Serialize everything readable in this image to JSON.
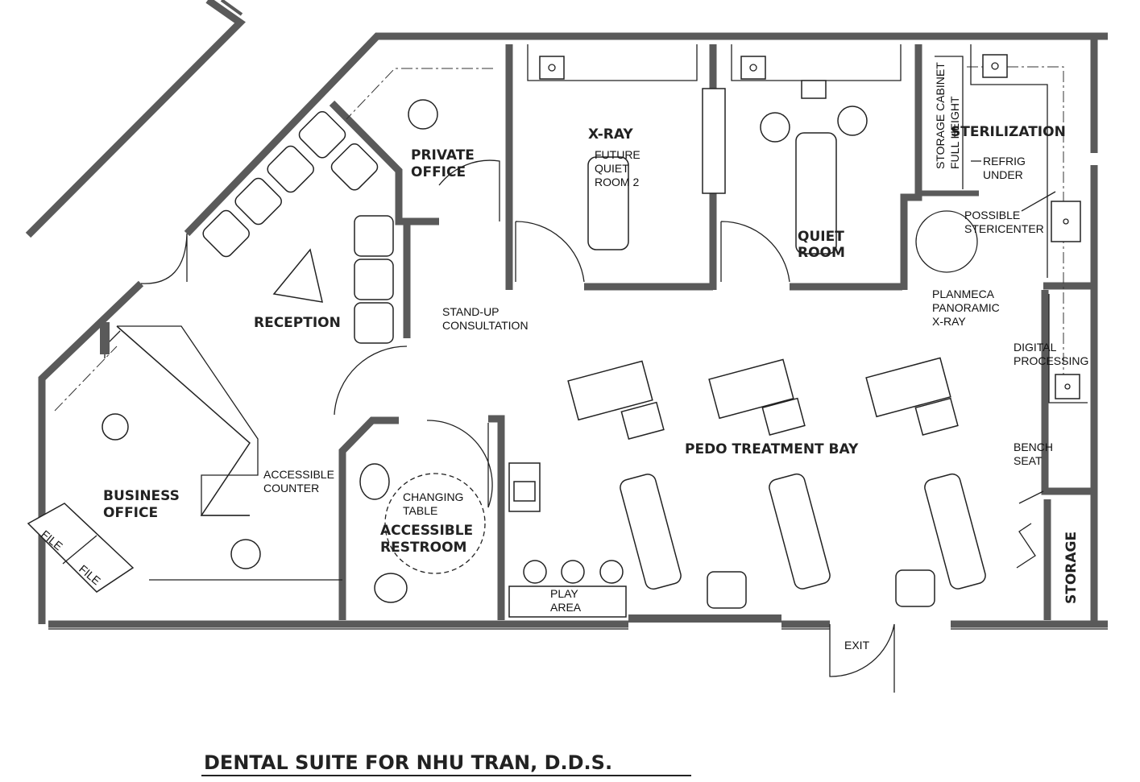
{
  "title": "DENTAL SUITE FOR NHU TRAN, D.D.S.",
  "rooms": {
    "private_office": [
      "PRIVATE",
      "OFFICE"
    ],
    "xray": "X-RAY",
    "future_quiet": [
      "FUTURE",
      "QUIET",
      "ROOM 2"
    ],
    "quiet_room": [
      "QUIET",
      "ROOM"
    ],
    "sterilization": "STERILIZATION",
    "reception": "RECEPTION",
    "business_office": [
      "BUSINESS",
      "OFFICE"
    ],
    "accessible_restroom": [
      "ACCESSIBLE",
      "RESTROOM"
    ],
    "pedo_bay": "PEDO TREATMENT BAY",
    "storage": "STORAGE"
  },
  "notes": {
    "storage_cabinet": [
      "STORAGE CABINET",
      "FULL HEIGHT"
    ],
    "refrig": [
      "REFRIG",
      "UNDER"
    ],
    "stericenter": [
      "POSSIBLE",
      "STERICENTER"
    ],
    "planmeca": [
      "PLANMECA",
      "PANORAMIC",
      "X-RAY"
    ],
    "stand_up": [
      "STAND-UP",
      "CONSULTATION"
    ],
    "digital": [
      "DIGITAL",
      "PROCESSING"
    ],
    "bench": [
      "BENCH",
      "SEAT"
    ],
    "counter": [
      "ACCESSIBLE",
      "COUNTER"
    ],
    "changing": [
      "CHANGING",
      "TABLE"
    ],
    "play": [
      "PLAY",
      "AREA"
    ],
    "file1": "FILE",
    "file2": "FILE",
    "exit": "EXIT"
  }
}
